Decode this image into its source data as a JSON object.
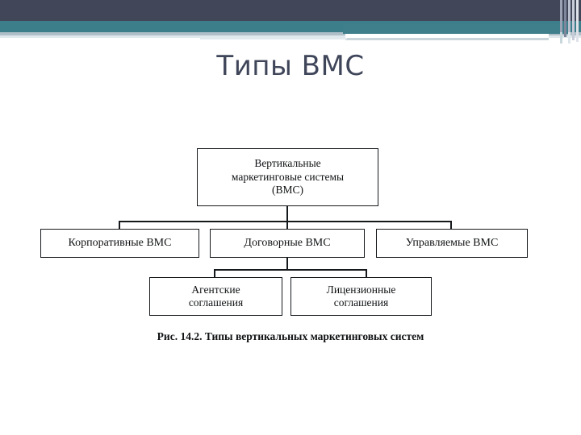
{
  "slide": {
    "title": "Типы ВМС",
    "background_color": "#ffffff",
    "title_color": "#40465a"
  },
  "header": {
    "dark_band_color": "#414759",
    "teal_band_color": "#3d7e8b",
    "light_line_color": "#aebfc7",
    "accent_bar_color": "#3f7f8c"
  },
  "diagram": {
    "type": "hierarchy-tree",
    "caption": "Рис. 14.2. Типы вертикальных маркетинговых систем",
    "nodes": {
      "root": {
        "line1": "Вертикальные",
        "line2": "маркетинговые системы",
        "line3": "(ВМС)"
      },
      "corporate": {
        "label": "Корпоративные ВМС"
      },
      "contract": {
        "label": "Договорные ВМС"
      },
      "managed": {
        "label": "Управляемые ВМС"
      },
      "agency": {
        "line1": "Агентские",
        "line2": "соглашения"
      },
      "license": {
        "line1": "Лицензионные",
        "line2": "соглашения"
      }
    },
    "edges": [
      {
        "from": "root",
        "to": "corporate"
      },
      {
        "from": "root",
        "to": "contract"
      },
      {
        "from": "root",
        "to": "managed"
      },
      {
        "from": "contract",
        "to": "agency"
      },
      {
        "from": "contract",
        "to": "license"
      }
    ],
    "border_color": "#15191c"
  }
}
